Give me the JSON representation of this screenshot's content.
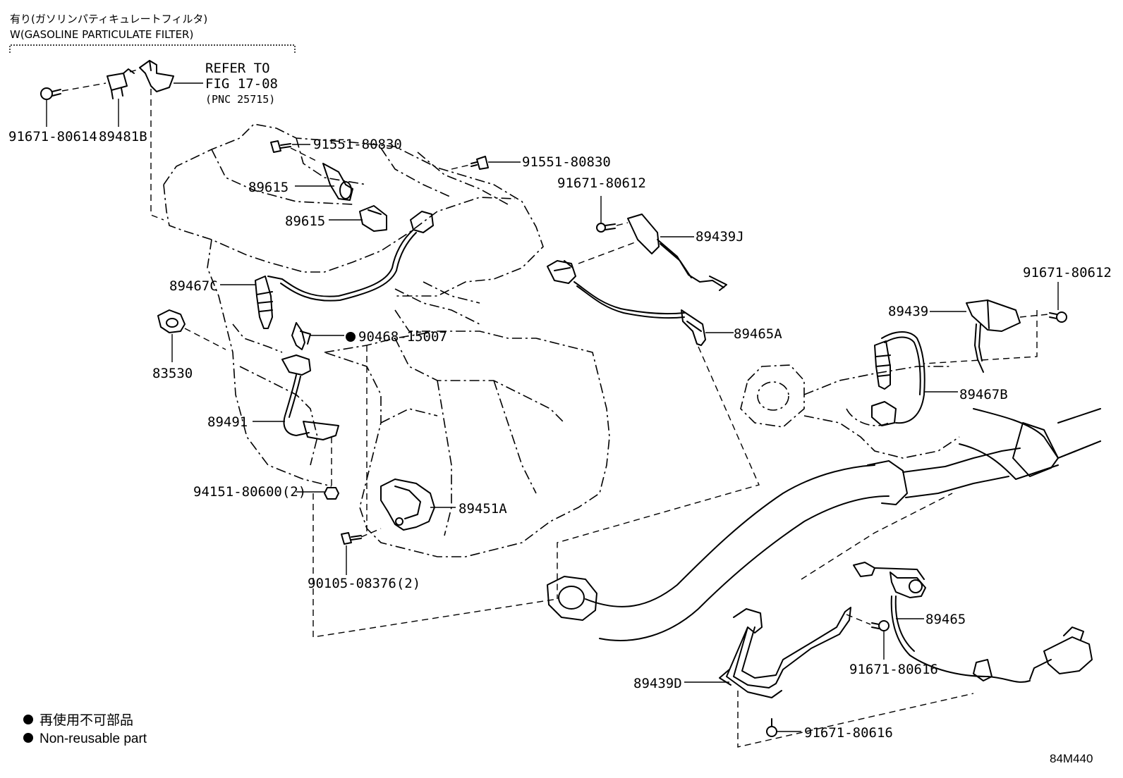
{
  "header": {
    "jp": "有り(ガソリンパティキュレートフィルタ)",
    "en": "W(GASOLINE PARTICULATE FILTER)"
  },
  "refer": {
    "line1": "REFER TO",
    "line2": "FIG 17-08",
    "line3": "(PNC 25715)"
  },
  "parts": {
    "p91671_80614": "91671-80614",
    "p89481B": "89481B",
    "p91551_80830_a": "91551-80830",
    "p91551_80830_b": "91551-80830",
    "p89615_a": "89615",
    "p89615_b": "89615",
    "p91671_80612_a": "91671-80612",
    "p89439J": "89439J",
    "p89467C": "89467C",
    "p90468_15007": "90468-15007",
    "p89465A": "89465A",
    "p91671_80612_b": "91671-80612",
    "p89439": "89439",
    "p83530": "83530",
    "p89467B": "89467B",
    "p89491": "89491",
    "p94151_80600": "94151-80600(2)",
    "p89451A": "89451A",
    "p90105_08376": "90105-08376(2)",
    "p89465": "89465",
    "p91671_80616_a": "91671-80616",
    "p89439D": "89439D",
    "p91671_80616_b": "91671-80616"
  },
  "legend": {
    "jp": "再使用不可部品",
    "en": "Non-reusable part"
  },
  "figure_code": "84M440"
}
